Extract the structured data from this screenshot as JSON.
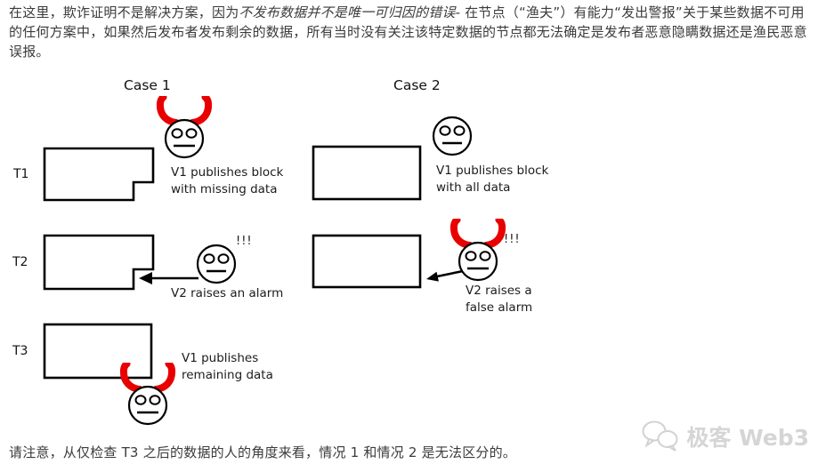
{
  "intro": {
    "part1": "在这里，欺诈证明不是解决方案，因为",
    "part2_italic": "不发布数据并不是唯一可归因的错误",
    "part3": "- 在节点（“渔夫”）有能力“发出警报”关于某些数据不可用的任何方案中，如果然后发布者发布剩余的数据，所有当时没有关注该特定数据的节点都无法确定是发布者恶意隐瞒数据还是渔民恶意误报。"
  },
  "diagram": {
    "case1_title": "Case 1",
    "case2_title": "Case 2",
    "row_labels": {
      "t1": "T1",
      "t2": "T2",
      "t3": "T3"
    },
    "captions": {
      "c1t1_line1": "V1 publishes block",
      "c1t1_line2": "with missing data",
      "c2t1_line1": "V1 publishes block",
      "c2t1_line2": "with all data",
      "c1t2": "V2 raises an alarm",
      "c2t2_line1": "V2 raises a",
      "c2t2_line2": "false alarm",
      "c1t3_line1": "V1 publishes",
      "c1t3_line2": "remaining data"
    },
    "alarm_marks": "!!!",
    "colors": {
      "horn_red": "#e80000",
      "line_black": "#000000"
    }
  },
  "footer": {
    "note": "请注意，从仅检查 T3 之后的数据的人的角度来看，情况 1 和情况 2 是无法区分的。"
  },
  "watermark": {
    "label": "极客 Web3",
    "color": "#d5d5d5"
  }
}
